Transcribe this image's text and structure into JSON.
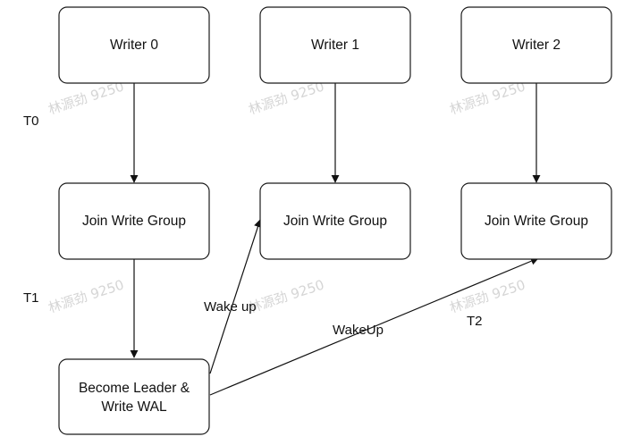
{
  "nodes": {
    "writer0": "Writer 0",
    "writer1": "Writer 1",
    "writer2": "Writer 2",
    "join0": "Join Write Group",
    "join1": "Join Write Group",
    "join2": "Join Write Group",
    "leader_line1": "Become Leader &",
    "leader_line2": "Write WAL"
  },
  "time_labels": {
    "t0": "T0",
    "t1": "T1",
    "t2": "T2"
  },
  "edge_labels": {
    "wake_up": "Wake up",
    "wakeup": "WakeUp"
  },
  "watermarks": [
    "林源劲 9250",
    "林源劲 9250",
    "林源劲 9250",
    "林源劲 9250",
    "林源劲 9250",
    "林源劲 9250"
  ],
  "colors": {
    "stroke": "#1a1a1a",
    "background": "#ffffff",
    "watermark": "#c8c8c8"
  }
}
